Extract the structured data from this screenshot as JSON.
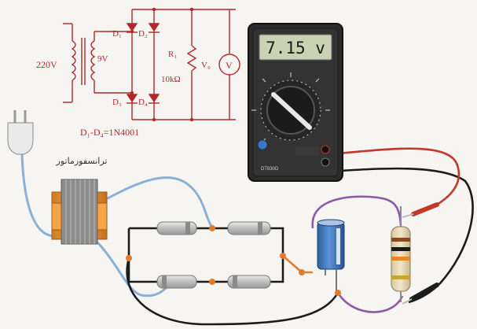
{
  "schematic": {
    "input_voltage": "220V",
    "secondary_voltage": "9V",
    "diode_d1": "D₁",
    "diode_d2": "D₂",
    "diode_d3": "D₃",
    "diode_d4": "D₄",
    "resistor_name": "R₁",
    "resistor_value": "10kΩ",
    "output_voltage": "V₀",
    "voltmeter_symbol": "V",
    "diode_part": "D₁-D₄=1N4001"
  },
  "multimeter": {
    "reading": "7.15 v",
    "brand": "DT830D"
  },
  "transformer_label": "ترانسفورماتور",
  "colors": {
    "schematic_ink": "#b3262a",
    "wire_blue": "#8ab0d8",
    "wire_black": "#1c1c1c",
    "wire_red": "#c0392b",
    "wire_purple": "#8a5aa8",
    "junction_orange": "#e37b2d",
    "meter_body": "#2b2b2b",
    "lcd": "#c9d3b4",
    "capacitor": "#3f78c3",
    "transformer_core": "#e6902c"
  }
}
